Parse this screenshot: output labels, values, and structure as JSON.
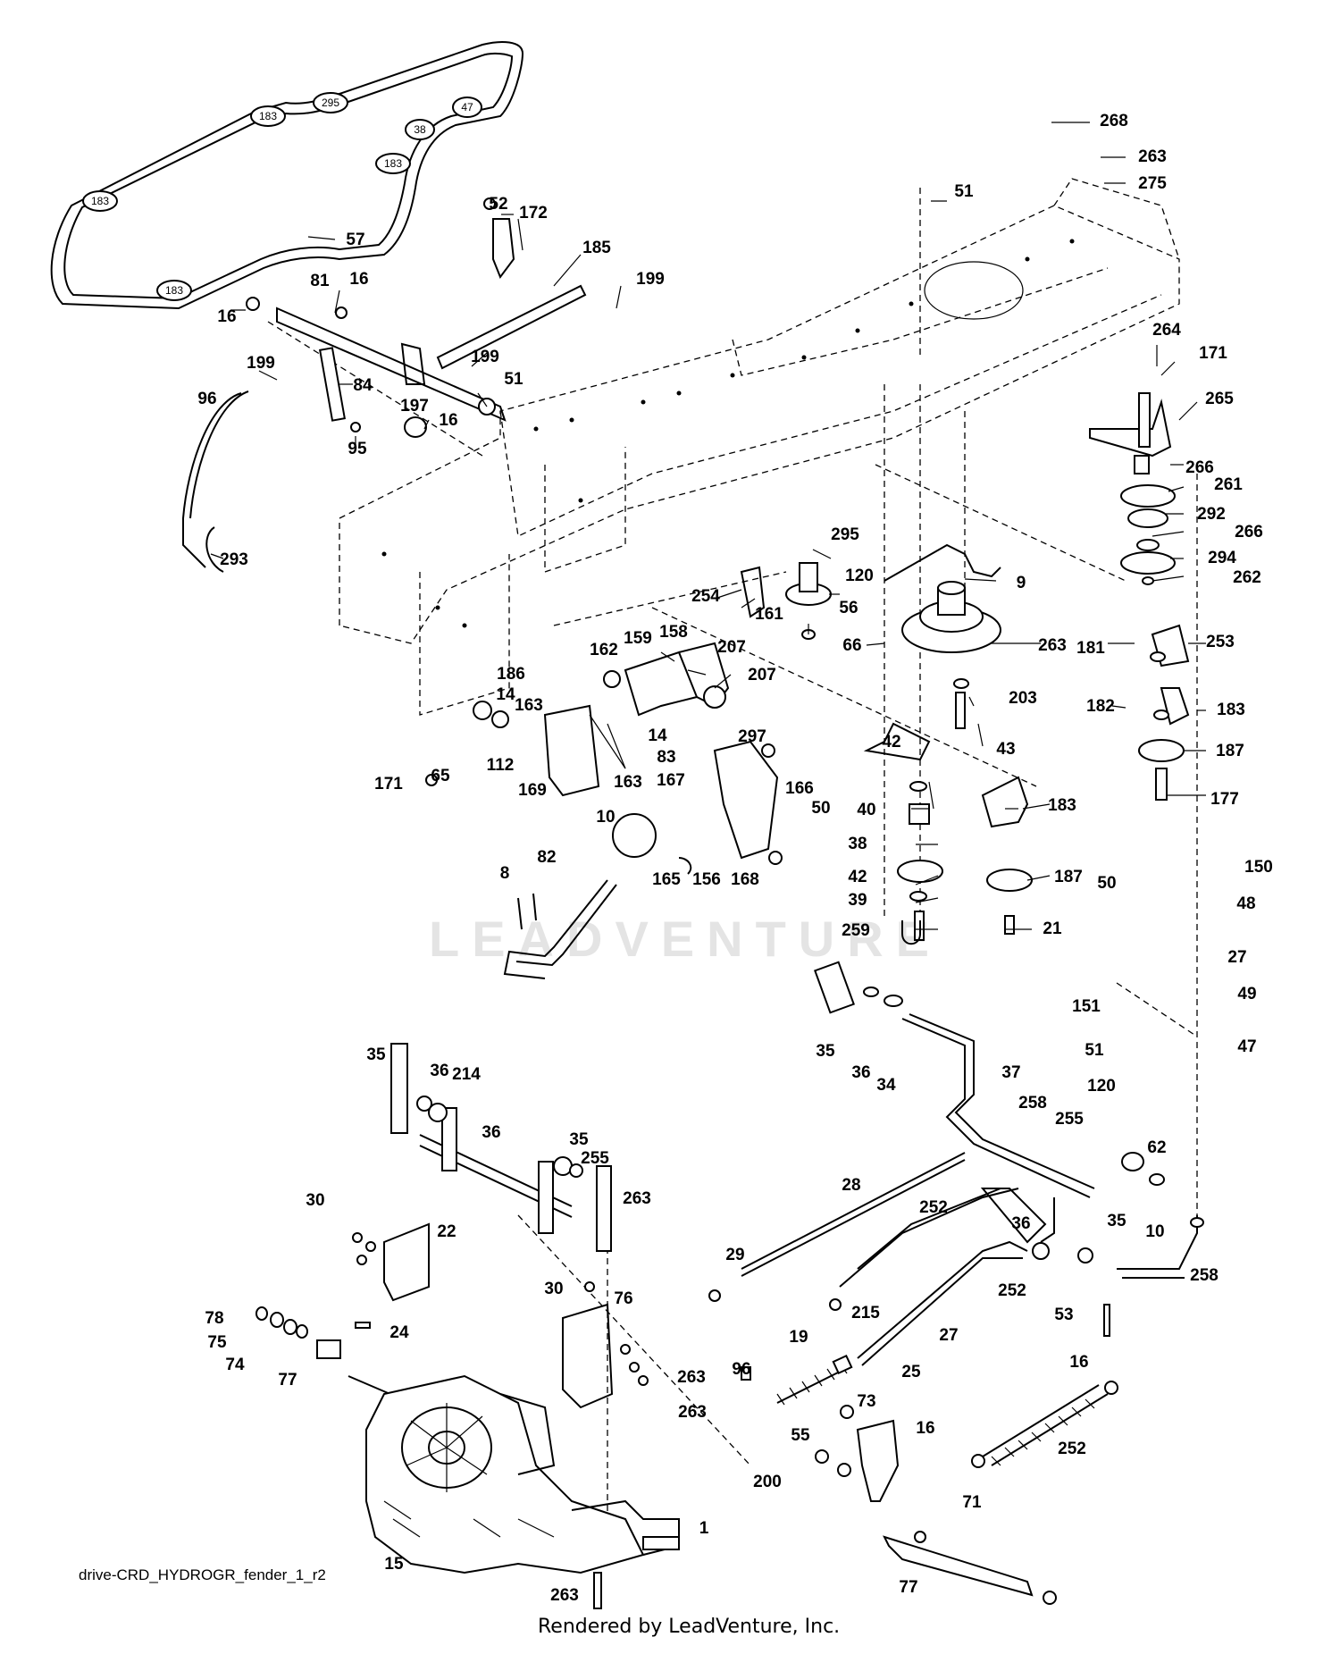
{
  "diagram": {
    "caption": "drive-CRD_HYDROGR_fender_1_r2",
    "footer": "Rendered by LeadVenture, Inc.",
    "watermark": "LEADVENTURE",
    "belt_badges": [
      "295",
      "183",
      "47",
      "38",
      "183",
      "183",
      "183"
    ],
    "callouts": [
      "268",
      "263",
      "275",
      "51",
      "52",
      "172",
      "185",
      "199",
      "16",
      "81",
      "16",
      "199",
      "84",
      "199",
      "51",
      "197",
      "16",
      "95",
      "96",
      "293",
      "264",
      "171",
      "265",
      "266",
      "261",
      "292",
      "266",
      "294",
      "262",
      "295",
      "120",
      "56",
      "66",
      "9",
      "263",
      "181",
      "253",
      "254",
      "161",
      "159",
      "158",
      "207",
      "162",
      "207",
      "186",
      "14",
      "163",
      "112",
      "14",
      "83",
      "297",
      "163",
      "167",
      "169",
      "171",
      "65",
      "203",
      "43",
      "182",
      "183",
      "187",
      "177",
      "42",
      "40",
      "38",
      "42",
      "39",
      "259",
      "183",
      "187",
      "21",
      "10",
      "8",
      "82",
      "165",
      "156",
      "168",
      "166",
      "50",
      "50",
      "150",
      "48",
      "27",
      "151",
      "49",
      "51",
      "47",
      "120",
      "62",
      "35",
      "36",
      "34",
      "37",
      "258",
      "255",
      "35",
      "36",
      "214",
      "36",
      "35",
      "255",
      "263",
      "30",
      "22",
      "28",
      "252",
      "36",
      "35",
      "10",
      "252",
      "53",
      "258",
      "29",
      "215",
      "27",
      "16",
      "30",
      "76",
      "78",
      "75",
      "74",
      "77",
      "24",
      "19",
      "25",
      "96",
      "263",
      "263",
      "73",
      "16",
      "55",
      "252",
      "200",
      "71",
      "77",
      "1",
      "15",
      "263"
    ],
    "chart_data": {
      "type": "table",
      "parts": [
        {
          "ref": "1"
        },
        {
          "ref": "8"
        },
        {
          "ref": "9"
        },
        {
          "ref": "10"
        },
        {
          "ref": "14"
        },
        {
          "ref": "15"
        },
        {
          "ref": "16"
        },
        {
          "ref": "19"
        },
        {
          "ref": "21"
        },
        {
          "ref": "22"
        },
        {
          "ref": "24"
        },
        {
          "ref": "25"
        },
        {
          "ref": "27"
        },
        {
          "ref": "28"
        },
        {
          "ref": "29"
        },
        {
          "ref": "30"
        },
        {
          "ref": "34"
        },
        {
          "ref": "35"
        },
        {
          "ref": "36"
        },
        {
          "ref": "37"
        },
        {
          "ref": "38"
        },
        {
          "ref": "39"
        },
        {
          "ref": "40"
        },
        {
          "ref": "42"
        },
        {
          "ref": "43"
        },
        {
          "ref": "47"
        },
        {
          "ref": "48"
        },
        {
          "ref": "49"
        },
        {
          "ref": "50"
        },
        {
          "ref": "51"
        },
        {
          "ref": "52"
        },
        {
          "ref": "53"
        },
        {
          "ref": "55"
        },
        {
          "ref": "56"
        },
        {
          "ref": "57"
        },
        {
          "ref": "62"
        },
        {
          "ref": "65"
        },
        {
          "ref": "66"
        },
        {
          "ref": "71"
        },
        {
          "ref": "73"
        },
        {
          "ref": "74"
        },
        {
          "ref": "75"
        },
        {
          "ref": "76"
        },
        {
          "ref": "77"
        },
        {
          "ref": "78"
        },
        {
          "ref": "81"
        },
        {
          "ref": "82"
        },
        {
          "ref": "83"
        },
        {
          "ref": "84"
        },
        {
          "ref": "95"
        },
        {
          "ref": "96"
        },
        {
          "ref": "112"
        },
        {
          "ref": "120"
        },
        {
          "ref": "150"
        },
        {
          "ref": "151"
        },
        {
          "ref": "156"
        },
        {
          "ref": "158"
        },
        {
          "ref": "159"
        },
        {
          "ref": "161"
        },
        {
          "ref": "162"
        },
        {
          "ref": "163"
        },
        {
          "ref": "165"
        },
        {
          "ref": "166"
        },
        {
          "ref": "167"
        },
        {
          "ref": "168"
        },
        {
          "ref": "169"
        },
        {
          "ref": "171"
        },
        {
          "ref": "172"
        },
        {
          "ref": "177"
        },
        {
          "ref": "181"
        },
        {
          "ref": "182"
        },
        {
          "ref": "183"
        },
        {
          "ref": "185"
        },
        {
          "ref": "186"
        },
        {
          "ref": "187"
        },
        {
          "ref": "197"
        },
        {
          "ref": "199"
        },
        {
          "ref": "200"
        },
        {
          "ref": "203"
        },
        {
          "ref": "207"
        },
        {
          "ref": "214"
        },
        {
          "ref": "215"
        },
        {
          "ref": "252"
        },
        {
          "ref": "253"
        },
        {
          "ref": "254"
        },
        {
          "ref": "255"
        },
        {
          "ref": "258"
        },
        {
          "ref": "259"
        },
        {
          "ref": "261"
        },
        {
          "ref": "262"
        },
        {
          "ref": "263"
        },
        {
          "ref": "264"
        },
        {
          "ref": "265"
        },
        {
          "ref": "266"
        },
        {
          "ref": "268"
        },
        {
          "ref": "275"
        },
        {
          "ref": "292"
        },
        {
          "ref": "293"
        },
        {
          "ref": "294"
        },
        {
          "ref": "295"
        },
        {
          "ref": "297"
        }
      ]
    },
    "colors": {
      "ink": "#000000",
      "background": "#ffffff",
      "watermark": "#e4e4e4"
    }
  }
}
